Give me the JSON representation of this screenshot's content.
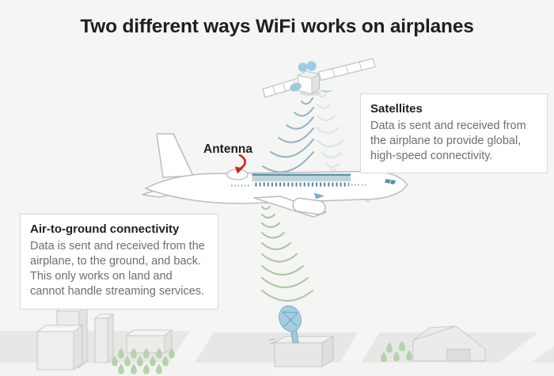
{
  "title": "Two different ways WiFi works on airplanes",
  "callouts": {
    "satellites": {
      "title": "Satellites",
      "body": "Data is sent and received from the airplane to provide global, high-speed connectivity."
    },
    "air_to_ground": {
      "title": "Air-to-ground connectivity",
      "body": "Data is sent and received from the airplane, to the ground, and back. This only works on land and cannot handle streaming services."
    }
  },
  "labels": {
    "antenna": "Antenna"
  },
  "colors": {
    "background": "#f5f5f3",
    "text_dark": "#1f1f1f",
    "text_body": "#6e6e6e",
    "box_border": "#d8d8d6",
    "box_bg": "#ffffff",
    "arrow_red": "#c5281b",
    "accent_blue": "#9dcbe2",
    "wave_blue": "#8fb6c7",
    "wave_blue_light": "#d9e4e9",
    "wave_green": "#a9c6a2",
    "plane_outline": "#bcbcba",
    "antenna_strip": "#bed3dc",
    "antenna_strip_edge": "#5f93a9",
    "window_blue": "#4e86a0",
    "tree_green": "#b5d2ac",
    "building_gray": "#ececea",
    "ground_gray": "#e7e7e5"
  },
  "scene": {
    "satellite": "communications-satellite",
    "airplane": "passenger-airplane-side-view",
    "ground_station": "satellite-dish-on-building",
    "city": "buildings-and-trees",
    "warehouse": "hangar-building",
    "satellite_wave_count": 6,
    "satellite_wave_light_count": 8,
    "ground_wave_count": 9
  }
}
